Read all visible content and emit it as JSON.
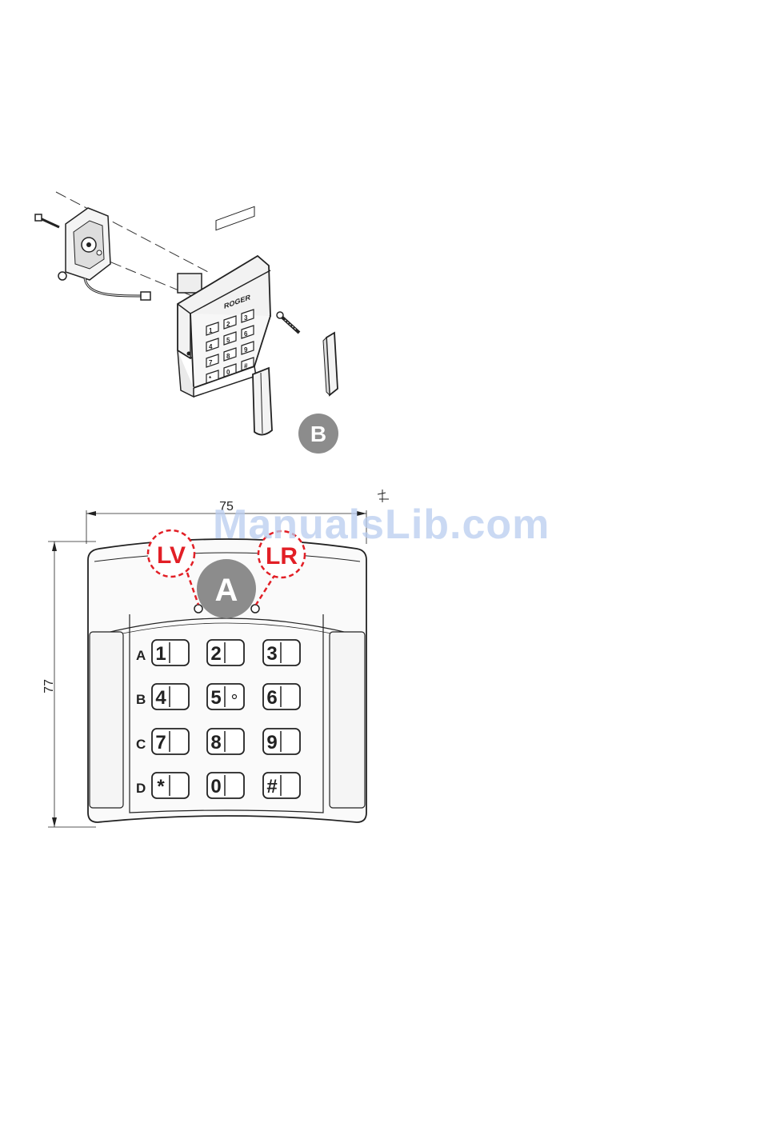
{
  "exploded_view": {
    "badge_label": "B",
    "brand_label": "ROGER"
  },
  "front_view": {
    "badge_label": "A",
    "width_label": "75",
    "height_label": "77",
    "led_left": "LV",
    "led_right": "LR",
    "led_color": "#e21f26",
    "badge_color": "#8c8c8c",
    "rows": [
      {
        "letter": "A",
        "keys": [
          "1",
          "2",
          "3"
        ]
      },
      {
        "letter": "B",
        "keys": [
          "4",
          "5",
          "6"
        ]
      },
      {
        "letter": "C",
        "keys": [
          "7",
          "8",
          "9"
        ]
      },
      {
        "letter": "D",
        "keys": [
          "*",
          "0",
          "#"
        ]
      }
    ]
  },
  "watermark": "ManualsLib.com"
}
